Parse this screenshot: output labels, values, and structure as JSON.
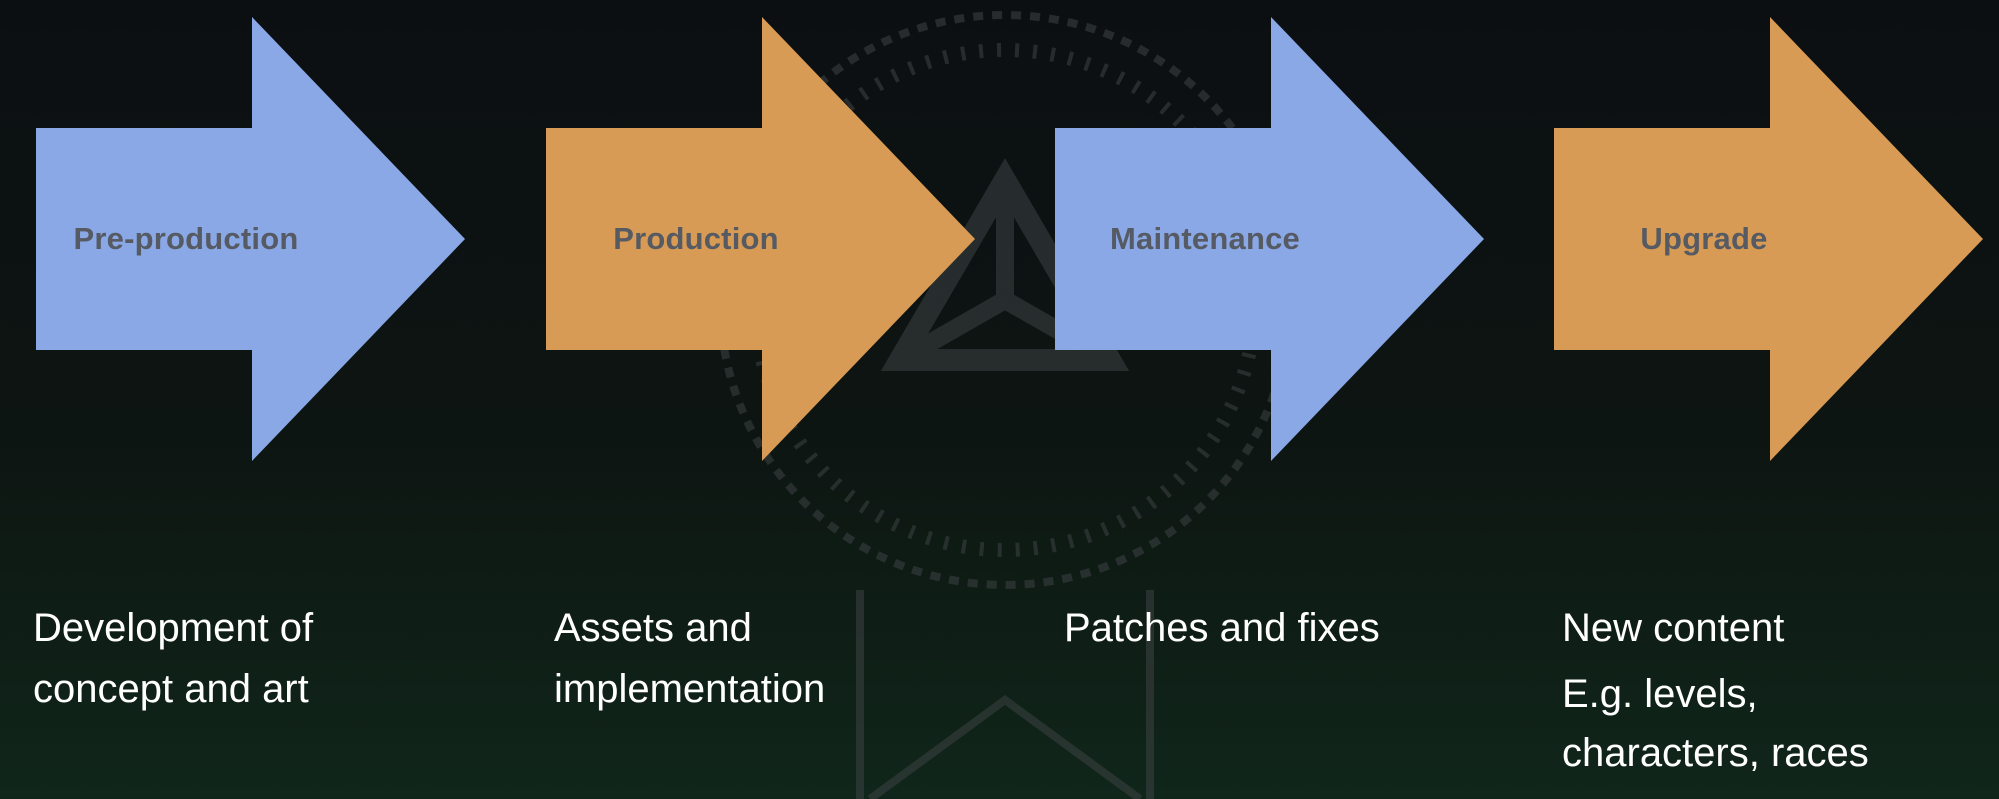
{
  "colors": {
    "blue": "#8aa8e6",
    "orange": "#d89b55",
    "label": "#555a63",
    "desc_text": "#ffffff"
  },
  "stages": [
    {
      "label": "Pre-production",
      "color": "blue",
      "description": "Development of\nconcept and art",
      "note": ""
    },
    {
      "label": "Production",
      "color": "orange",
      "description": "Assets and\nimplementation",
      "note": ""
    },
    {
      "label": "Maintenance",
      "color": "blue",
      "description": "Patches and fixes",
      "note": ""
    },
    {
      "label": "Upgrade",
      "color": "orange",
      "description": "New content",
      "note": "E.g. levels,\ncharacters, races"
    }
  ],
  "background_emblem": "award-seal-icon"
}
